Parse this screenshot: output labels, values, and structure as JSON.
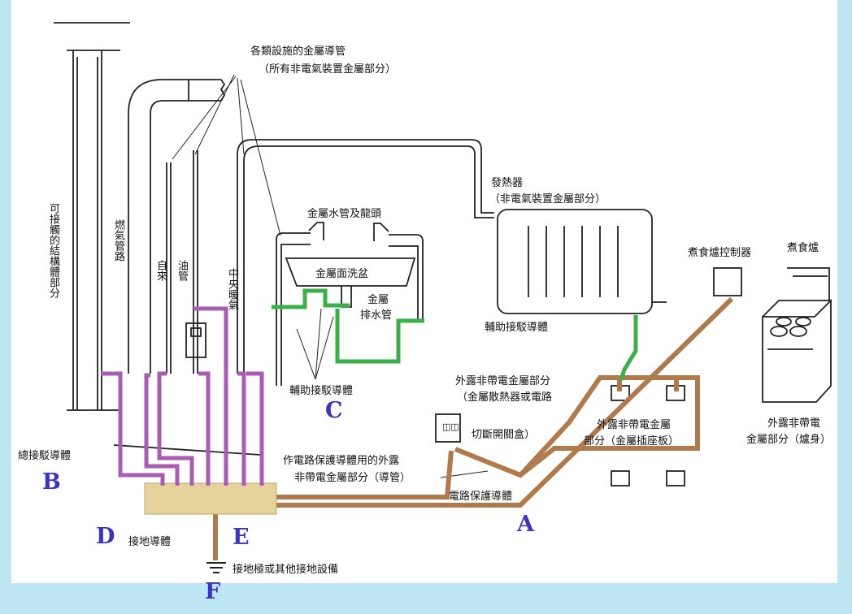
{
  "colors": {
    "background": "#bfe6f3",
    "protective_conductor": "#b07a4c",
    "main_bonding": "#a85cb2",
    "supplementary_bonding": "#3bb04a",
    "marker_letters": "#3a33c4"
  },
  "labels": {
    "metal_conduits": "各類設施的金屬導管",
    "metal_conduits_note": "（所有非電氣裝置金屬部分）",
    "structure_metal": "可接觸的結構體部分",
    "gas_pipe": "燃氣管路",
    "water": "自來",
    "oil": "油管",
    "central_heating": "中央暖氣",
    "water_pipe_tap": "金屬水管及龍頭",
    "metal_basin": "金屬面洗盆",
    "metal_drain_line1": "金屬",
    "metal_drain_line2": "排水管",
    "supp_bonding_left": "輔助接駁導體",
    "radiator": "發熱器",
    "radiator_note": "（非電氣裝置金屬部分）",
    "supp_bonding_right": "輔助接駁導體",
    "cooker_control": "煮食爐控制器",
    "cooker": "煮食爐",
    "exposed_metal_cooker_line1": "外露非帶電",
    "exposed_metal_cooker_line2": "金屬部分（爐身）",
    "exposed_metal_switch_line1": "外露非帶電金屬部分",
    "exposed_metal_switch_line2": "（金屬散熱器或電路",
    "exposed_metal_switch_line3": "切斷開關盒）",
    "exposed_metal_socket_line1": "外露非帶電金屬",
    "exposed_metal_socket_line2": "部分（金屬插座板）",
    "main_bonding": "總接駁導體",
    "conduit_cpc_line1": "作電路保護導體用的外露",
    "conduit_cpc_line2": "非帶電金屬部分（導管）",
    "circuit_protective": "電路保護導體",
    "earthing_conductor": "接地導體",
    "earth_electrode": "接地極或其他接地設備",
    "switch_symbol": "◫◫"
  },
  "letters": {
    "A": "A",
    "B": "B",
    "C": "C",
    "D": "D",
    "E": "E",
    "F": "F"
  }
}
